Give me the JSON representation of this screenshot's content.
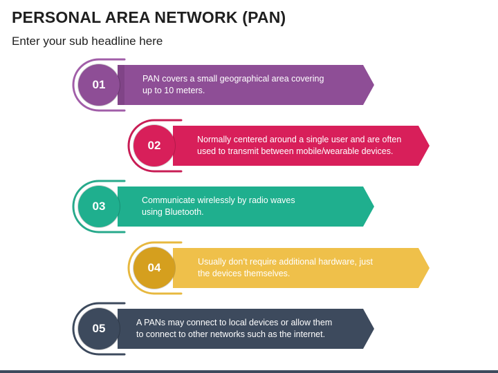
{
  "header": {
    "title": "PERSONAL AREA NETWORK (PAN)",
    "subtitle": "Enter your sub headline here"
  },
  "items": [
    {
      "number": "01",
      "text_line1": "PAN covers a small geographical area covering",
      "text_line2": "up to 10 meters.",
      "color": "#8e4e96",
      "color_dark": "#6f3975",
      "color_ring": "#a15ea8"
    },
    {
      "number": "02",
      "text_line1": "Normally centered around a single user and are often",
      "text_line2": "used to transmit between mobile/wearable devices.",
      "color": "#d81f5a",
      "color_dark": "#a8163f",
      "color_ring": "#c81d55"
    },
    {
      "number": "03",
      "text_line1": "Communicate wirelessly by radio waves",
      "text_line2": "using Bluetooth.",
      "color": "#1faf8e",
      "color_dark": "#168a6f",
      "color_ring": "#27a98b"
    },
    {
      "number": "04",
      "text_line1": "Usually don’t require additional hardware, just",
      "text_line2": "the devices themselves.",
      "color": "#efc04a",
      "color_dark": "#d59f1e",
      "color_ring": "#e7b83f"
    },
    {
      "number": "05",
      "text_line1": "A PANs may connect to local devices or allow them",
      "text_line2": "to connect to other networks such as the internet.",
      "color": "#3d4a5d",
      "color_dark": "#2b3545",
      "color_ring": "#3d4a5d"
    }
  ]
}
